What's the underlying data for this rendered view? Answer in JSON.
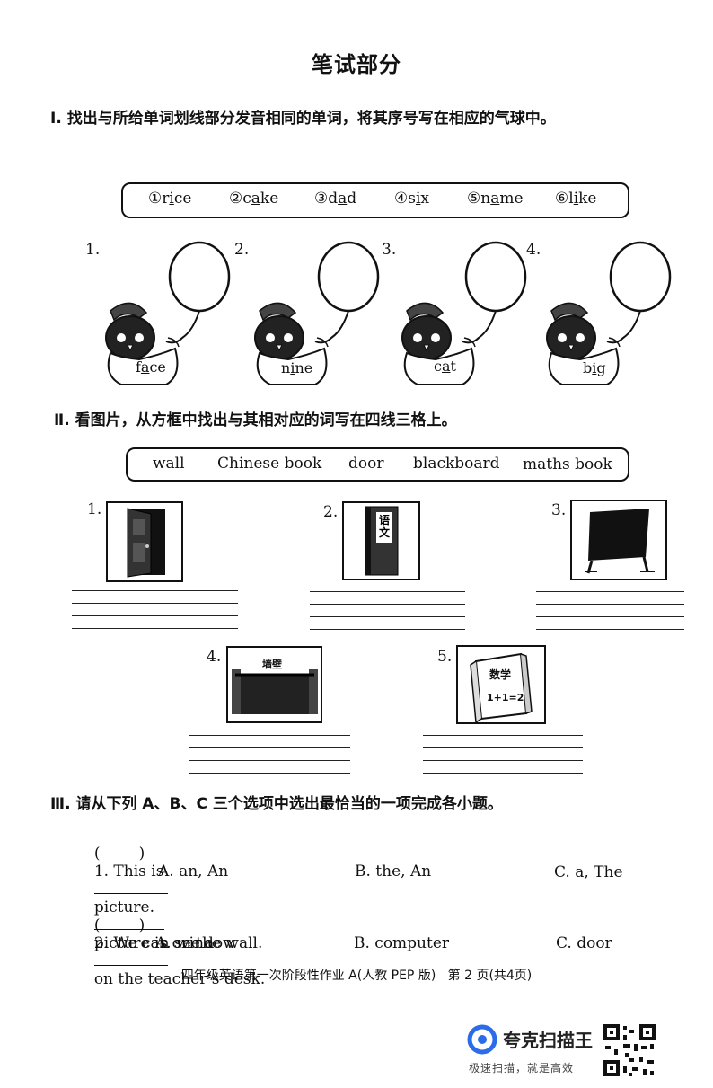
{
  "title": "笔试部分",
  "section1": {
    "heading": "Ⅰ. 找出与所给单词划线部分发音相同的单词，将其序号写在相应的气球中。",
    "options": [
      {
        "num": "①",
        "pre": "r",
        "ul": "i",
        "post": "ce"
      },
      {
        "num": "②",
        "pre": "c",
        "ul": "a",
        "post": "ke"
      },
      {
        "num": "③",
        "pre": "d",
        "ul": "a",
        "post": "d"
      },
      {
        "num": "④",
        "pre": "s",
        "ul": "i",
        "post": "x"
      },
      {
        "num": "⑤",
        "pre": "n",
        "ul": "a",
        "post": "me"
      },
      {
        "num": "⑥",
        "pre": "l",
        "ul": "i",
        "post": "ke"
      }
    ],
    "items": [
      {
        "num": "1.",
        "pre": "f",
        "ul": "a",
        "post": "ce"
      },
      {
        "num": "2.",
        "pre": "n",
        "ul": "i",
        "post": "ne"
      },
      {
        "num": "3.",
        "pre": "c",
        "ul": "a",
        "post": "t"
      },
      {
        "num": "4.",
        "pre": "b",
        "ul": "i",
        "post": "g"
      }
    ]
  },
  "section2": {
    "heading": "Ⅱ. 看图片，从方框中找出与其相对应的词写在四线三格上。",
    "words": [
      "wall",
      "Chinese book",
      "door",
      "blackboard",
      "maths book"
    ],
    "pictures": [
      {
        "num": "1.",
        "label": ""
      },
      {
        "num": "2.",
        "label": "语文"
      },
      {
        "num": "3.",
        "label": ""
      },
      {
        "num": "4.",
        "label": "墙壁"
      },
      {
        "num": "5.",
        "label": "数学",
        "sub": "1+1=2"
      }
    ]
  },
  "section3": {
    "heading": "Ⅲ. 请从下列 A、B、C 三个选项中选出最恰当的一项完成各小题。",
    "questions": [
      {
        "paren": "(        )",
        "text_a": "1. This is",
        "text_b": "picture.",
        "text_c": "picture is on the wall.",
        "choices": [
          "A. an, An",
          "B. the, An",
          "C. a, The"
        ]
      },
      {
        "paren": "(        )",
        "text_a": "2. We can see a",
        "text_b": "on the teacher’s desk.",
        "text_c": "",
        "choices": [
          "A. window",
          "B. computer",
          "C. door"
        ]
      }
    ]
  },
  "footer": "四年级英语第一次阶段性作业 A(人教 PEP 版)   第 2 页(共4页)",
  "watermark": {
    "brand": "夸克扫描王",
    "slogan": "极速扫描，就是高效"
  }
}
